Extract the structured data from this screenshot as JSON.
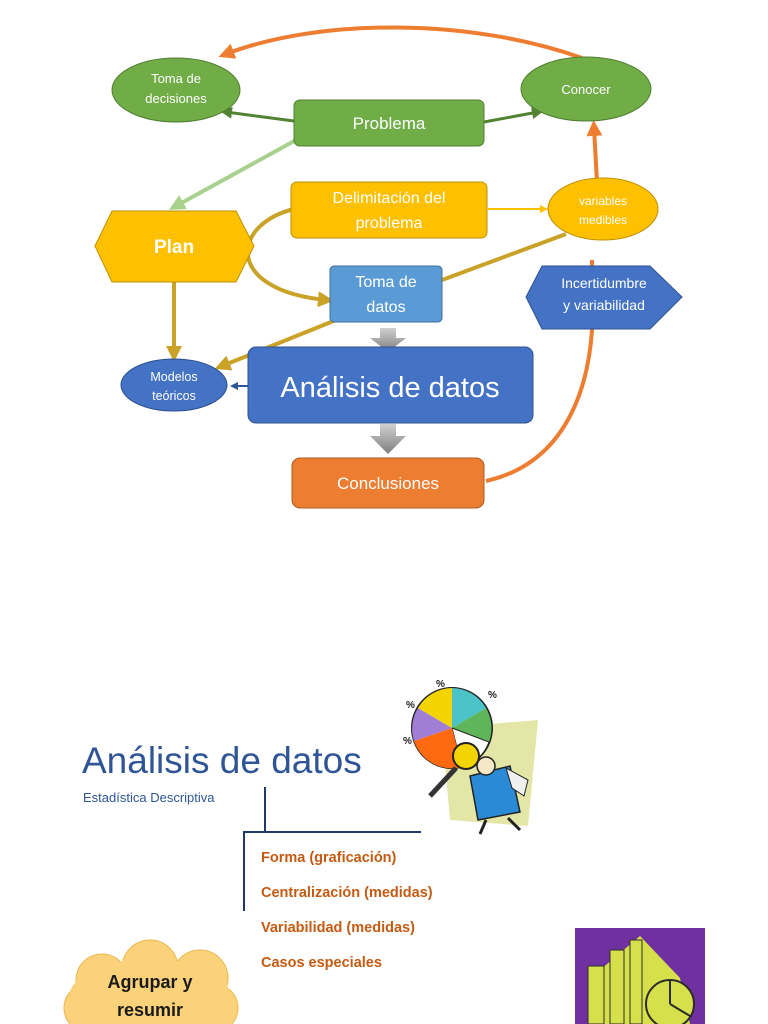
{
  "diagram": {
    "nodes": {
      "toma_decisiones": "Toma de decisiones",
      "toma_decisiones_l1": "Toma de",
      "toma_decisiones_l2": "decisiones",
      "conocer": "Conocer",
      "problema": "Problema",
      "delimitacion_l1": "Delimitación del",
      "delimitacion_l2": "problema",
      "variables_l1": "variables",
      "variables_l2": "medibles",
      "plan": "Plan",
      "toma_datos_l1": "Toma de",
      "toma_datos_l2": "datos",
      "incertidumbre_l1": "Incertidumbre",
      "incertidumbre_l2": "y variabilidad",
      "modelos_l1": "Modelos",
      "modelos_l2": "teóricos",
      "analisis": "Análisis de datos",
      "conclusiones": "Conclusiones"
    }
  },
  "slide": {
    "title": "Análisis de datos",
    "subtitle": "Estadística Descriptiva",
    "bullets": [
      "Forma (graficación)",
      "Centralización (medidas)",
      "Variabilidad (medidas)",
      "Casos especiales"
    ],
    "cloud_l1": "Agrupar y",
    "cloud_l2": "resumir"
  },
  "colors": {
    "green": "#70ad47",
    "orange": "#ed7d31",
    "gold": "#ffc000",
    "blue": "#4472c4",
    "light_blue": "#5b9bd5",
    "title_blue": "#2f5597",
    "bullet_orange": "#c55a11"
  }
}
